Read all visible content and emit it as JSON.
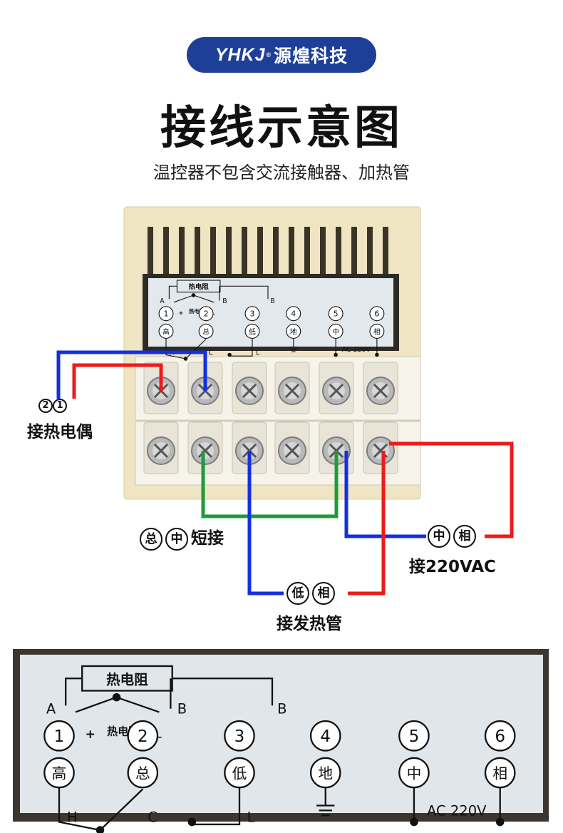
{
  "logo": {
    "brand": "YHKJ",
    "reg": "®",
    "company": "源煌科技"
  },
  "title": "接线示意图",
  "subtitle": "温控器不包含交流接触器、加热管",
  "panel": {
    "resistor_box": "热电阻",
    "resistor_inline": "热电阻",
    "plus": "+",
    "minus": "_",
    "A": "A",
    "B1": "B",
    "B2": "B",
    "H": "H",
    "C": "C",
    "L": "L",
    "ac": "AC 220V",
    "terminals": [
      {
        "num": "1",
        "name": "高"
      },
      {
        "num": "2",
        "name": "总"
      },
      {
        "num": "3",
        "name": "低"
      },
      {
        "num": "4",
        "name": "地"
      },
      {
        "num": "5",
        "name": "中"
      },
      {
        "num": "6",
        "name": "相"
      }
    ]
  },
  "callouts": {
    "thermocouple_nums": [
      "2",
      "1"
    ],
    "thermocouple": "接热电偶",
    "short_a": "总",
    "short_b": "中",
    "short": "短接",
    "power_a": "中",
    "power_b": "相",
    "power": "接220VAC",
    "heater_a": "低",
    "heater_b": "相",
    "heater": "接发热管"
  },
  "colors": {
    "blue": "#1230e0",
    "red": "#ee1b1b",
    "green": "#1f9a3b",
    "brand": "#1e3f97",
    "body": "#f0e6c4"
  }
}
